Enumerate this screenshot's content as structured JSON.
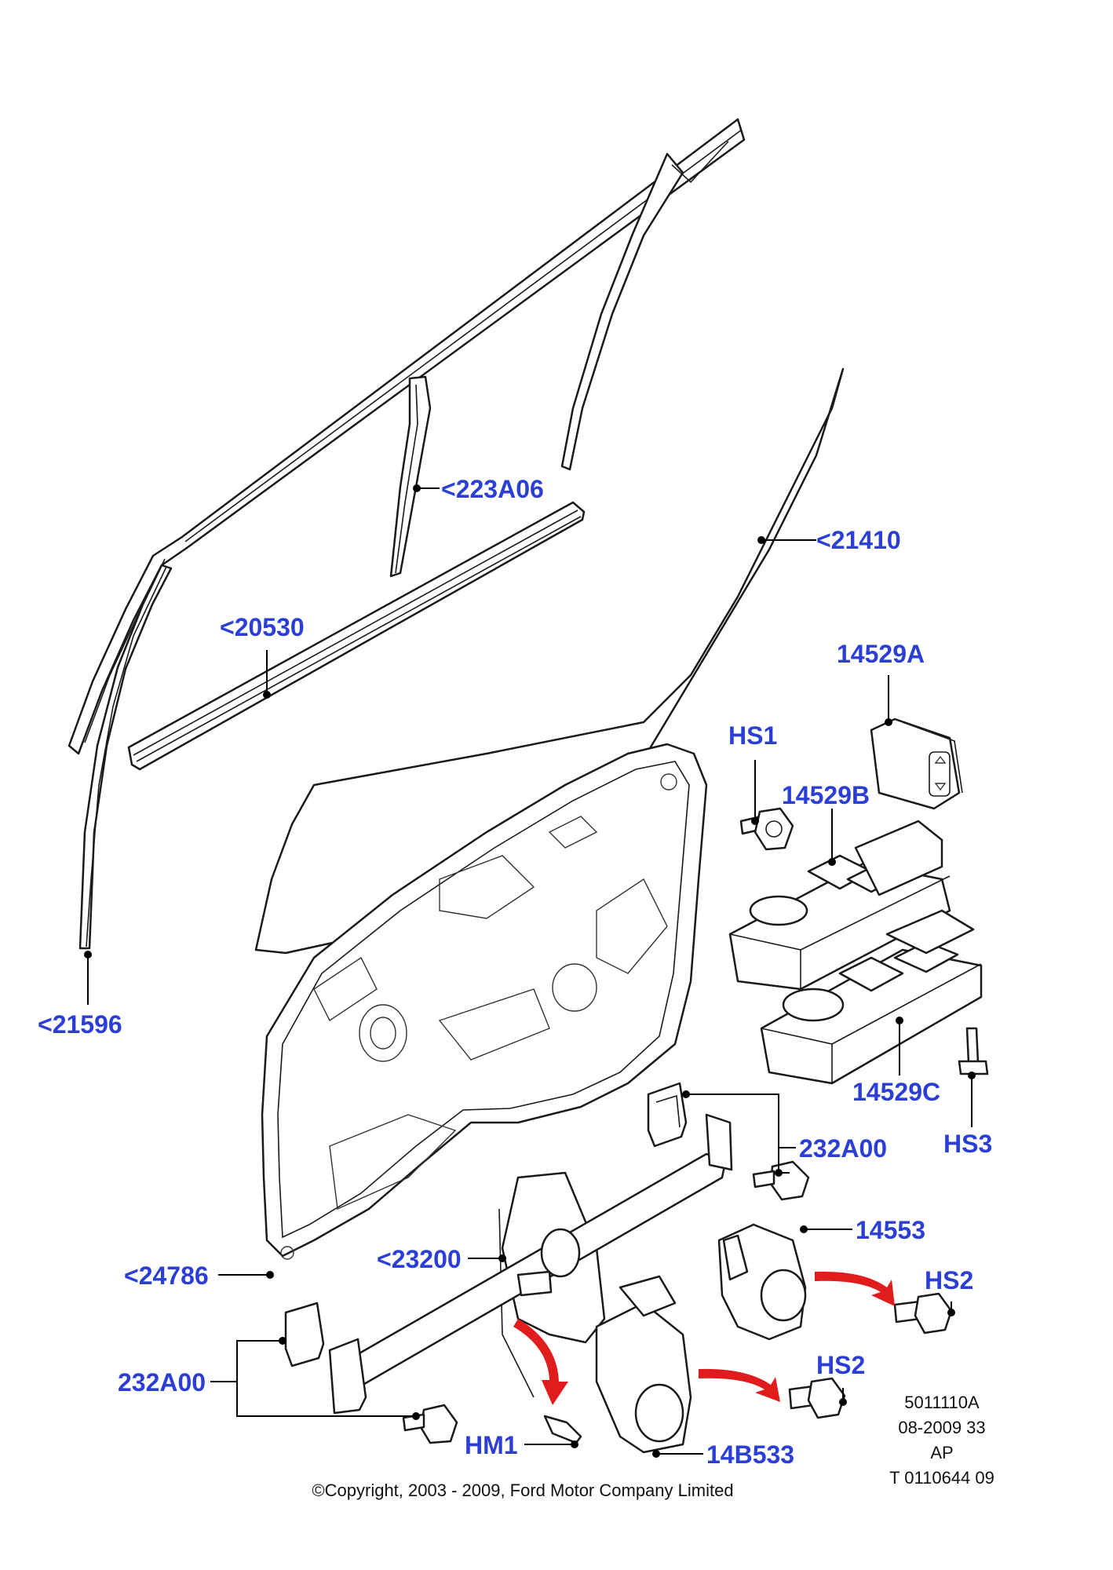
{
  "colors": {
    "callout": "#2b3fd6",
    "arrow": "#e11c1c",
    "lines": "#000000",
    "background": "#ffffff"
  },
  "callouts": {
    "c_223A06": "<223A06",
    "c_21410": "<21410",
    "c_20530": "<20530",
    "c_14529A": "14529A",
    "c_HS1": "HS1",
    "c_14529B": "14529B",
    "c_21596": "<21596",
    "c_14529C": "14529C",
    "c_HS3": "HS3",
    "c_232A00_top": "232A00",
    "c_14553": "14553",
    "c_24786": "<24786",
    "c_23200": "<23200",
    "c_HS2_right": "HS2",
    "c_232A00_bottom": "232A00",
    "c_HS2_lower": "HS2",
    "c_HM1": "HM1",
    "c_14B533": "14B533"
  },
  "doc_info": {
    "line1": "5011110A",
    "line2": "08-2009 33",
    "line3": "AP",
    "line4": "T 0110644 09"
  },
  "copyright": "©Copyright, 2003 - 2009, Ford Motor Company Limited"
}
